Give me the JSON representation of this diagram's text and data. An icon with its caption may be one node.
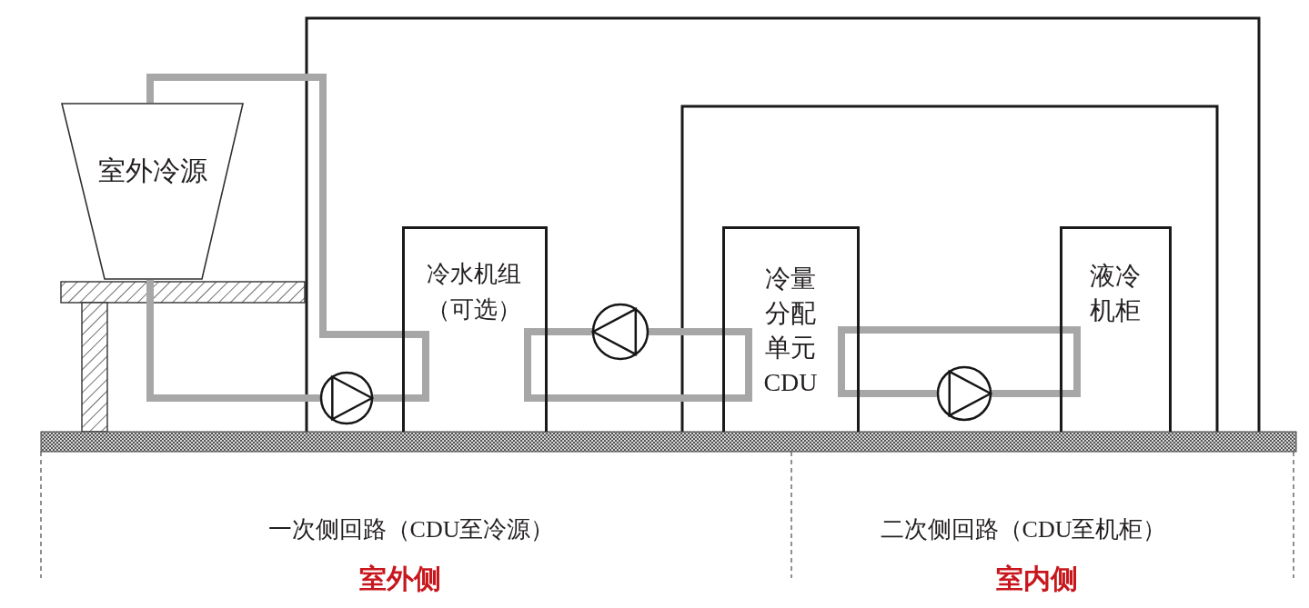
{
  "diagram": {
    "nodes": [
      {
        "text": [
          "室外冷源"
        ]
      },
      {
        "text": [
          "冷水机组（可选）"
        ]
      },
      {
        "text": [
          "冷量分配单元CDU"
        ]
      },
      {
        "text": [
          "液冷机柜"
        ]
      },
      {
        "text": [],
        "shape": "circle"
      },
      {
        "text": [],
        "shape": "circle"
      },
      {
        "text": [],
        "shape": "circle"
      }
    ],
    "edges": [
      {
        "from": 0,
        "to": 1,
        "arrow": "none"
      },
      {
        "from": 1,
        "to": 4,
        "arrow": "none"
      },
      {
        "from": 4,
        "to": 0,
        "arrow": "none"
      },
      {
        "from": 1,
        "to": 5,
        "arrow": "none"
      },
      {
        "from": 5,
        "to": 2,
        "arrow": "none"
      },
      {
        "from": 1,
        "to": 2,
        "arrow": "none"
      },
      {
        "from": 2,
        "to": 3,
        "arrow": "none"
      },
      {
        "from": 2,
        "to": 6,
        "arrow": "none"
      },
      {
        "from": 6,
        "to": 3,
        "arrow": "none"
      }
    ],
    "labels": [
      "一次侧回路（CDU至冷源）",
      "二次侧回路（CDU至机柜）",
      "室外侧",
      "室内侧"
    ]
  }
}
